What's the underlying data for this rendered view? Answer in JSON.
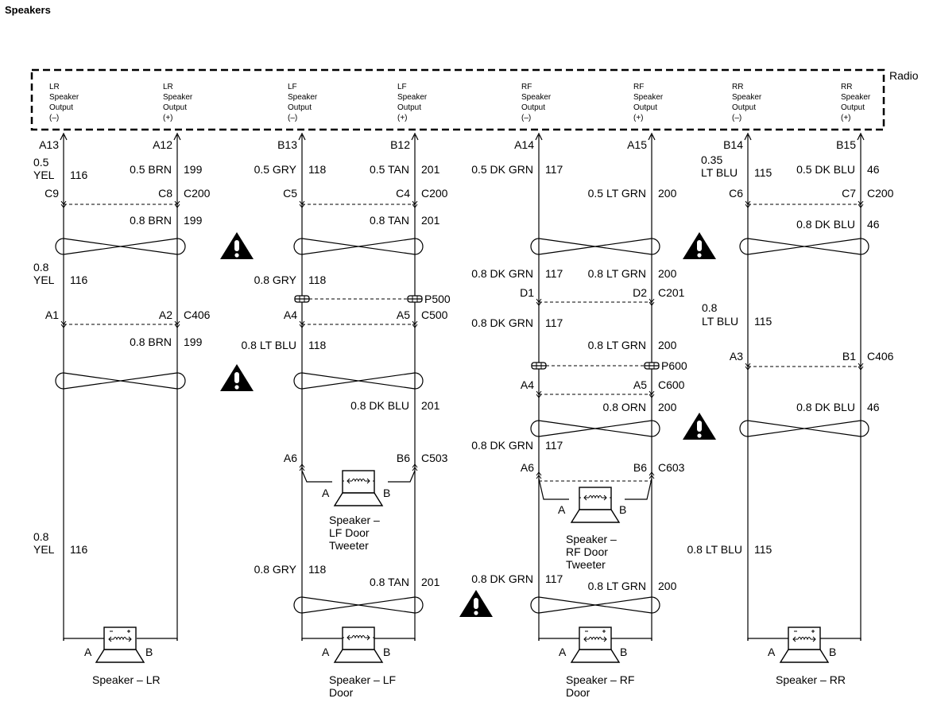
{
  "title": "Speakers",
  "radio_label": "Radio",
  "radio_outputs": [
    [
      "LR",
      "Speaker",
      "Output",
      "(–)"
    ],
    [
      "LR",
      "Speaker",
      "Output",
      "(+)"
    ],
    [
      "LF",
      "Speaker",
      "Output",
      "(–)"
    ],
    [
      "LF",
      "Speaker",
      "Output",
      "(+)"
    ],
    [
      "RF",
      "Speaker",
      "Output",
      "(–)"
    ],
    [
      "RF",
      "Speaker",
      "Output",
      "(+)"
    ],
    [
      "RR",
      "Speaker",
      "Output",
      "(–)"
    ],
    [
      "RR",
      "Speaker",
      "Output",
      "(+)"
    ]
  ],
  "pins": {
    "radio": [
      "A13",
      "A12",
      "B13",
      "B12",
      "A14",
      "A15",
      "B14",
      "B15"
    ],
    "c9": "C9",
    "c8": "C8",
    "c200": "C200",
    "c5": "C5",
    "c4": "C4",
    "c6": "C6",
    "c7": "C7",
    "lr_a1": "A1",
    "lr_a2": "A2",
    "c406": "C406",
    "lf_a4": "A4",
    "lf_a5": "A5",
    "c500": "C500",
    "p500": "P500",
    "lf_a6": "A6",
    "lf_b6": "B6",
    "c503": "C503",
    "rf_d1": "D1",
    "rf_d2": "D2",
    "c201": "C201",
    "p600": "P600",
    "rf_a4": "A4",
    "rf_a5": "A5",
    "c600": "C600",
    "rf_a6": "A6",
    "rf_b6": "B6",
    "c603": "C603",
    "rr_a3": "A3",
    "rr_b1": "B1",
    "rr_c406": "C406"
  },
  "wires": {
    "lr_neg_1a": "0.5",
    "lr_neg_1b": "YEL",
    "lr_neg_ckt": "116",
    "lr_pos_1": "0.5 BRN",
    "lr_pos_ckt": "199",
    "lf_neg_1": "0.5 GRY",
    "lf_neg_ckt": "118",
    "lf_pos_1": "0.5 TAN",
    "lf_pos_ckt": "201",
    "rf_neg_1": "0.5 DK GRN",
    "rf_neg_ckt": "117",
    "rf_pos_1": "0.5 LT GRN",
    "rf_pos_ckt": "200",
    "rr_neg_1a": "0.35",
    "rr_neg_1b": "LT BLU",
    "rr_neg_ckt": "115",
    "rr_pos_1": "0.5 DK BLU",
    "rr_pos_ckt": "46",
    "lr_pos_2": "0.8 BRN",
    "lf_pos_2": "0.8 TAN",
    "rr_pos_2": "0.8 DK BLU",
    "lr_neg_2a": "0.8",
    "lr_neg_2b": "YEL",
    "lf_neg_2": "0.8 GRY",
    "rf_neg_2": "0.8 DK GRN",
    "rf_pos_2": "0.8 LT GRN",
    "rr_neg_2a": "0.8",
    "rr_neg_2b": "LT BLU",
    "lr_pos_3": "0.8 BRN",
    "lf_neg_3": "0.8 LT BLU",
    "rf_neg_3": "0.8 DK GRN",
    "rf_pos_3": "0.8 LT GRN",
    "lf_pos_3": "0.8 DK BLU",
    "rf_pos_4": "0.8 ORN",
    "rr_pos_3": "0.8 DK BLU",
    "rf_neg_4": "0.8 DK GRN",
    "lr_neg_3a": "0.8",
    "lr_neg_3b": "YEL",
    "rr_neg_3": "0.8 LT BLU",
    "lf_neg_4": "0.8 GRY",
    "lf_pos_4": "0.8 TAN",
    "rf_neg_5": "0.8 DK GRN",
    "rf_pos_5": "0.8 LT GRN"
  },
  "speakers": {
    "lf_tweeter": [
      "Speaker –",
      "LF Door",
      "Tweeter"
    ],
    "rf_tweeter": [
      "Speaker –",
      "RF Door",
      "Tweeter"
    ],
    "lr": [
      "Speaker – LR"
    ],
    "lf_door": [
      "Speaker – LF",
      "Door"
    ],
    "rf_door": [
      "Speaker – RF",
      "Door"
    ],
    "rr": [
      "Speaker – RR"
    ],
    "term_a": "A",
    "term_b": "B"
  },
  "icons": {
    "warning": "warning-triangle-icon",
    "speaker": "speaker-icon"
  }
}
